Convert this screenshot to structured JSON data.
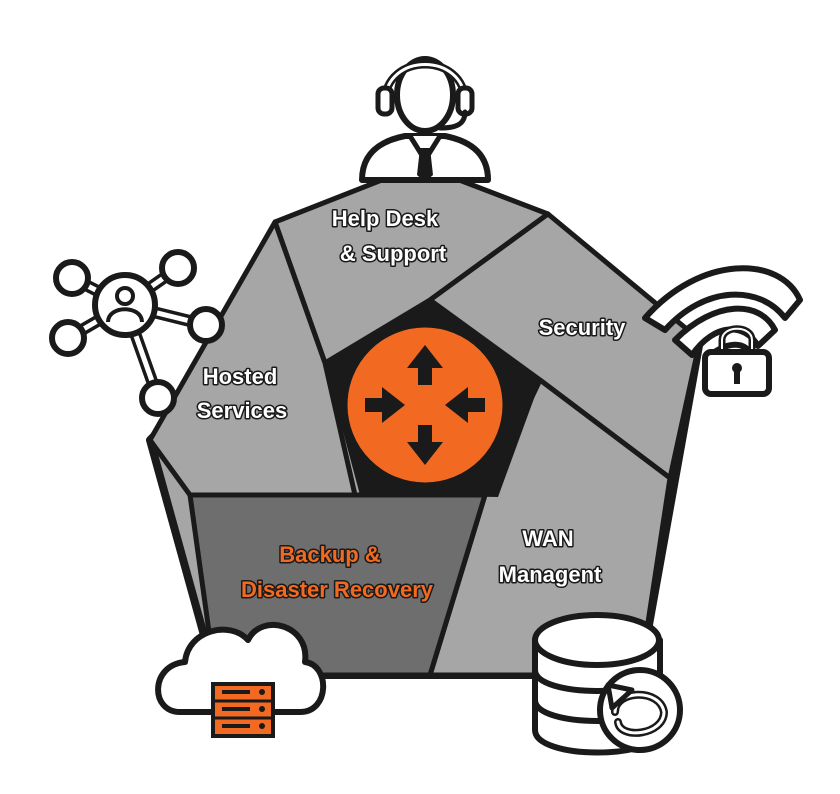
{
  "segments": [
    {
      "label": [
        "Help Desk",
        "& Support"
      ],
      "color": "#a6a6a6"
    },
    {
      "label": [
        "Security"
      ],
      "color": "#a6a6a6"
    },
    {
      "label": [
        "WAN",
        "Managent"
      ],
      "color": "#a6a6a6"
    },
    {
      "label": [
        "Backup &",
        "Disaster Recovery"
      ],
      "color": "#6e6e6e",
      "text_color": "#f26a21"
    },
    {
      "label": [
        "Hosted",
        "Services"
      ],
      "color": "#a6a6a6"
    }
  ],
  "colors": {
    "outline": "#1a1a1a",
    "segment_fill": "#a6a6a6",
    "highlight_segment_fill": "#6e6e6e",
    "center_fill": "#f26a21",
    "icon_fill": "#ffffff",
    "accent": "#f26a21"
  },
  "icons": [
    "help-desk-headset-agent-icon",
    "wifi-lock-icon",
    "database-sync-icon",
    "cloud-server-icon",
    "network-user-hub-icon",
    "router-arrows-icon"
  ]
}
